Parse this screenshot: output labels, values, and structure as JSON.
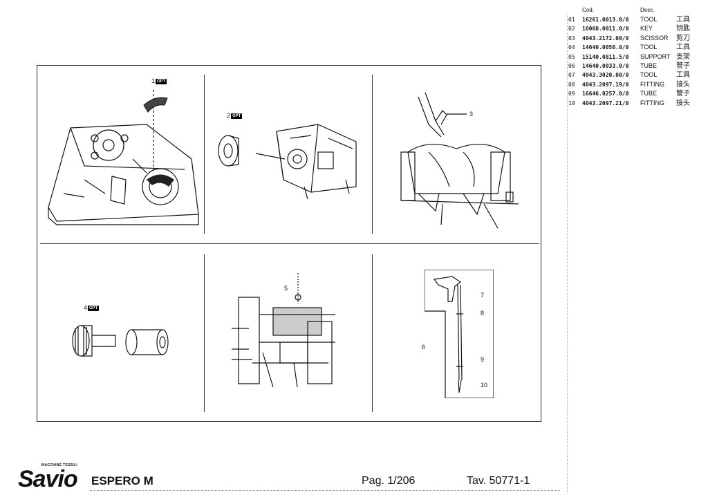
{
  "table": {
    "header": {
      "code": "Cod.",
      "desc": "Desc."
    },
    "rows": [
      {
        "n": "01",
        "code": "16261.0013.0/0",
        "desc": "TOOL",
        "cn": "工具"
      },
      {
        "n": "02",
        "code": "16060.0011.0/0",
        "desc": "KEY",
        "cn": "钥匙"
      },
      {
        "n": "03",
        "code": "4043.2172.00/0",
        "desc": "SCISSOR",
        "cn": "剪刀"
      },
      {
        "n": "04",
        "code": "14640.0050.0/0",
        "desc": "TOOL",
        "cn": "工具"
      },
      {
        "n": "05",
        "code": "15140.0811.5/0",
        "desc": "SUPPORT",
        "cn": "支架"
      },
      {
        "n": "06",
        "code": "14640.0033.0/0",
        "desc": "TUBE",
        "cn": "管子"
      },
      {
        "n": "07",
        "code": "4043.3020.00/0",
        "desc": "TOOL",
        "cn": "工具"
      },
      {
        "n": "08",
        "code": "4043.2097.19/0",
        "desc": "FITTING",
        "cn": "接头"
      },
      {
        "n": "09",
        "code": "16646.0257.0/0",
        "desc": "TUBE",
        "cn": "管子"
      },
      {
        "n": "10",
        "code": "4043.2097.21/0",
        "desc": "FITTING",
        "cn": "接头"
      }
    ]
  },
  "callouts": {
    "c1": "1",
    "c2": "2",
    "c3": "3",
    "c4": "4",
    "c5": "5",
    "c6": "6",
    "c7": "7",
    "c8": "8",
    "c9": "9",
    "c10": "10",
    "opt": "OPT"
  },
  "footer": {
    "brand": "Savio",
    "brand_tag": "MACCHINE TESSILI",
    "model": "ESPERO M",
    "page": "Pag. 1/206",
    "table_ref": "Tav. 50771-1"
  }
}
